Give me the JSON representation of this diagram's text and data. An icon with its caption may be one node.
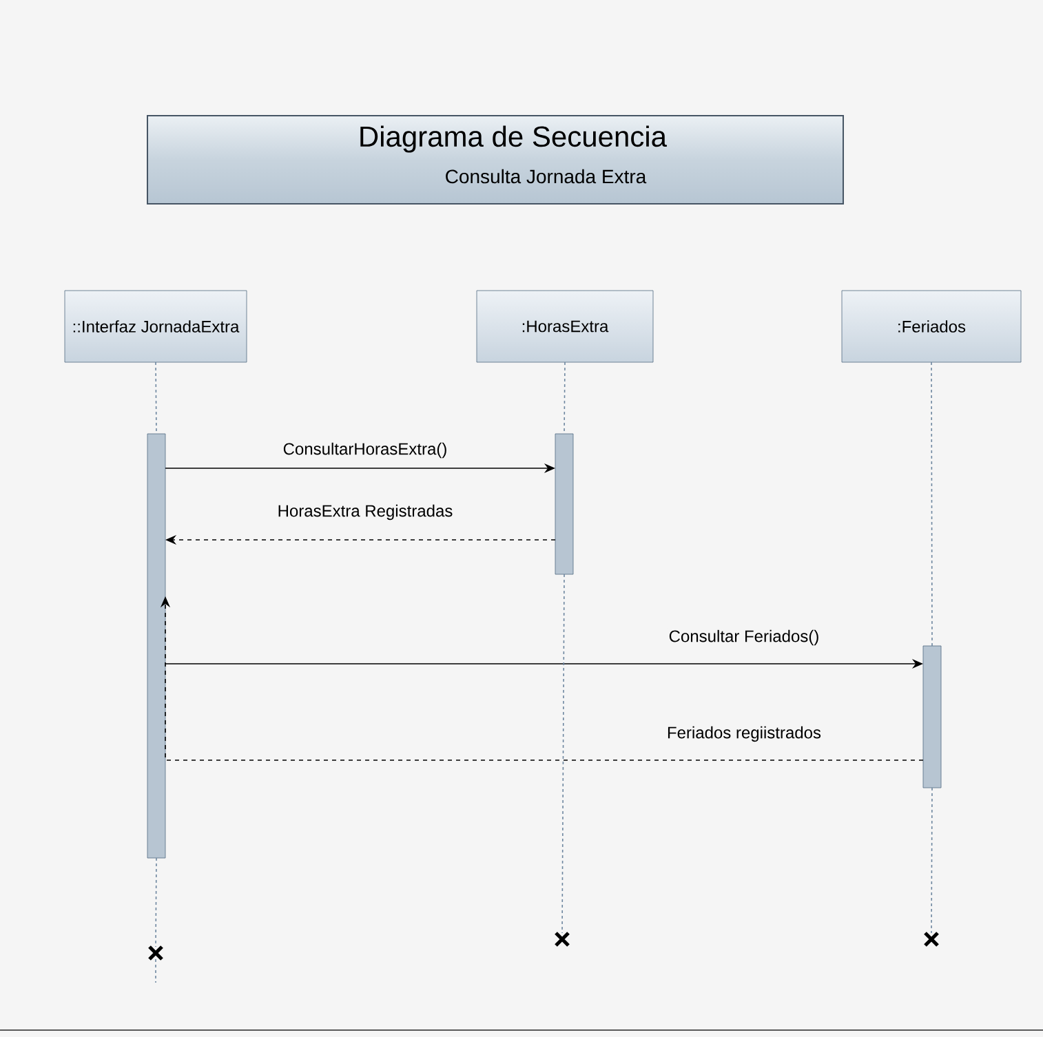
{
  "diagram": {
    "nodes": [
      {
        "text": [
          "Diagrama de Secuencia",
          "Consulta Jornada Extra"
        ]
      },
      {
        "text": [
          "::Interfaz JornadaExtra"
        ]
      },
      {
        "text": [
          ":HorasExtra"
        ]
      },
      {
        "text": [
          ":Feriados"
        ]
      },
      {
        "text": [],
        "shape": "bar"
      },
      {
        "text": [],
        "shape": "bar"
      },
      {
        "text": [],
        "shape": "bar"
      },
      {
        "text": [],
        "shape": "cross"
      },
      {
        "text": [],
        "shape": "cross"
      },
      {
        "text": [],
        "shape": "cross"
      }
    ],
    "edges": [
      {
        "from": 4,
        "to": 5,
        "arrow": "to",
        "label": "ConsultarHorasExtra()",
        "color": "#000000"
      },
      {
        "from": 5,
        "to": 4,
        "arrow": "to",
        "label": "HorasExtra Registradas",
        "style": "dashed",
        "color": "#000000"
      },
      {
        "from": 4,
        "to": 6,
        "arrow": "to",
        "label": "Consultar Feriados()",
        "color": "#000000"
      },
      {
        "from": 6,
        "to": 4,
        "arrow": "to",
        "label": "Feriados regiistrados",
        "style": "dashed",
        "color": "#000000"
      },
      {
        "from": 1,
        "to": 4,
        "arrow": "none",
        "style": "dashed"
      },
      {
        "from": 4,
        "to": 7,
        "arrow": "none",
        "style": "dashed"
      },
      {
        "from": 7,
        "to": null,
        "arrow": "none",
        "style": "dashed"
      },
      {
        "from": 2,
        "to": 5,
        "arrow": "none",
        "style": "dashed"
      },
      {
        "from": 5,
        "to": 8,
        "arrow": "none",
        "style": "dashed"
      },
      {
        "from": 3,
        "to": 6,
        "arrow": "none",
        "style": "dashed"
      },
      {
        "from": 6,
        "to": 9,
        "arrow": "none",
        "style": "dashed"
      }
    ]
  }
}
